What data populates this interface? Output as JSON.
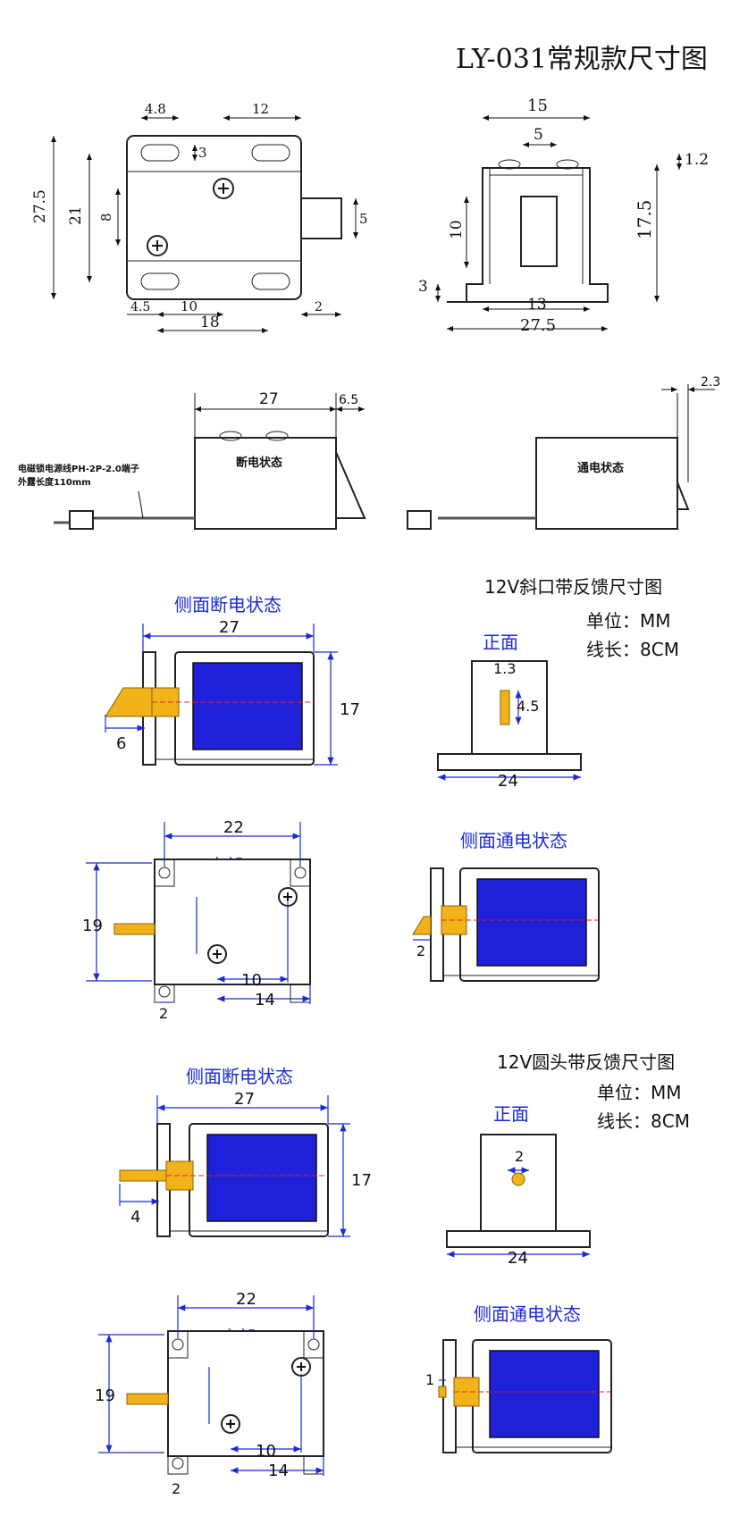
{
  "title": "LY-031常规款尺寸图",
  "top_front": {
    "dims": {
      "d1": "4.8",
      "d2": "12",
      "d3": "3",
      "d4": "27.5",
      "d5": "21",
      "d6": "8",
      "d7": "5",
      "d8": "4.5",
      "d9": "10",
      "d10": "18",
      "d11": "2"
    }
  },
  "top_side": {
    "dims": {
      "w15": "15",
      "w5": "5",
      "h1_2": "1.2",
      "h10": "10",
      "h17_5": "17.5",
      "h3": "3",
      "w13": "13",
      "w27_5": "27.5"
    }
  },
  "row2": {
    "d27": "27",
    "d6_5": "6.5",
    "d2_3": "2.3",
    "off_label": "断电状态",
    "on_label": "通电状态",
    "cable_note_1": "电磁锁电源线PH-2P-2.0端子",
    "cable_note_2": "外露长度110mm"
  },
  "sec1": {
    "heading": "12V斜口带反馈尺寸图",
    "unit_label": "单位：MM",
    "line_label": "线长：8CM",
    "side_off": "侧面断电状态",
    "side_on": "侧面通电状态",
    "front": "正面",
    "bottom": "底部",
    "d27": "27",
    "d17": "17",
    "d6": "6",
    "d1_3": "1.3",
    "d4_5": "4.5",
    "d24": "24",
    "d22": "22",
    "d19": "19",
    "d10": "10",
    "d14": "14",
    "d2a": "2",
    "d2b": "2"
  },
  "sec2": {
    "heading": "12V圆头带反馈尺寸图",
    "unit_label": "单位：MM",
    "line_label": "线长：8CM",
    "side_off": "侧面断电状态",
    "side_on": "侧面通电状态",
    "front": "正面",
    "bottom": "底部",
    "d27": "27",
    "d17": "17",
    "d4": "4",
    "d2f": "2",
    "d24": "24",
    "d22": "22",
    "d19": "19",
    "d10": "10",
    "d14": "14",
    "d2a": "2",
    "d1": "1"
  }
}
